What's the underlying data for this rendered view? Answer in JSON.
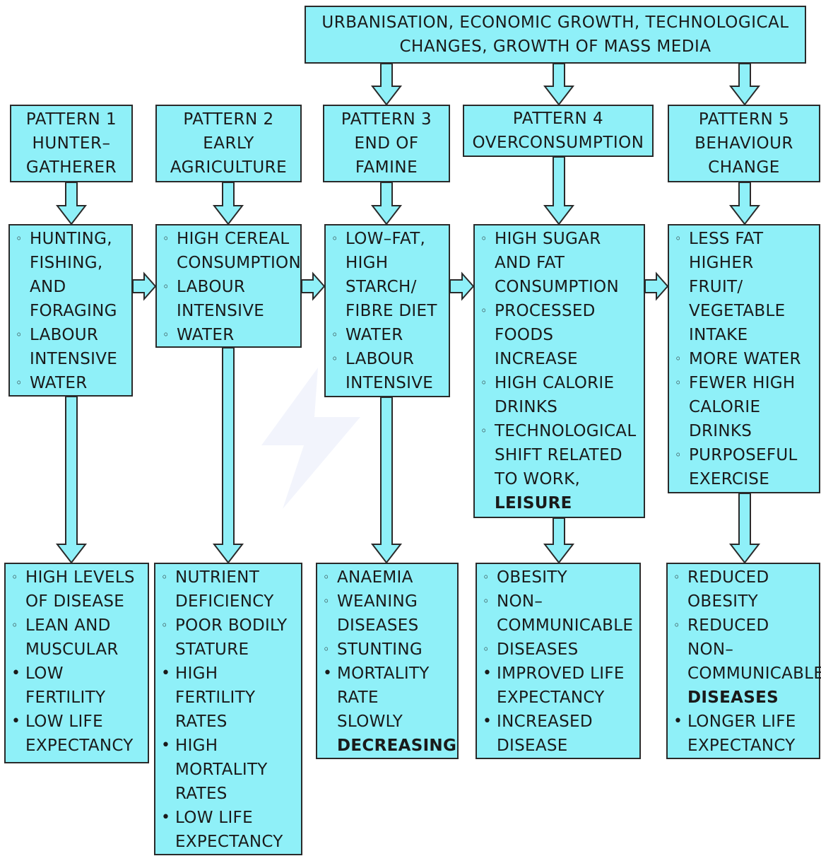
{
  "top_box": {
    "lines": [
      "URBANISATION, ECONOMIC GROWTH, TECHNOLOGICAL",
      "CHANGES, GROWTH OF MASS MEDIA"
    ]
  },
  "patterns": [
    {
      "title": [
        "PATTERN 1",
        "HUNTER–",
        "GATHERER"
      ],
      "characteristics": [
        {
          "bullet": "hollow",
          "lines": [
            "HUNTING,",
            "FISHING,",
            "AND",
            "FORAGING"
          ]
        },
        {
          "bullet": "hollow",
          "lines": [
            "LABOUR",
            "INTENSIVE"
          ]
        },
        {
          "bullet": "hollow",
          "lines": [
            "WATER"
          ]
        }
      ],
      "outcomes": [
        {
          "bullet": "hollow",
          "lines": [
            "HIGH LEVELS",
            "OF DISEASE"
          ]
        },
        {
          "bullet": "hollow",
          "lines": [
            "LEAN AND",
            "MUSCULAR"
          ]
        },
        {
          "bullet": "filled",
          "lines": [
            "LOW",
            "FERTILITY"
          ]
        },
        {
          "bullet": "filled",
          "lines": [
            "LOW LIFE",
            "EXPECTANCY"
          ]
        }
      ]
    },
    {
      "title": [
        "PATTERN 2",
        "EARLY",
        "AGRICULTURE"
      ],
      "characteristics": [
        {
          "bullet": "hollow",
          "lines": [
            "HIGH CEREAL",
            "CONSUMPTION"
          ]
        },
        {
          "bullet": "hollow",
          "lines": [
            "LABOUR",
            "INTENSIVE"
          ]
        },
        {
          "bullet": "hollow",
          "lines": [
            "WATER"
          ]
        }
      ],
      "outcomes": [
        {
          "bullet": "hollow",
          "lines": [
            "NUTRIENT",
            "DEFICIENCY"
          ]
        },
        {
          "bullet": "hollow",
          "lines": [
            "POOR BODILY",
            "STATURE"
          ]
        },
        {
          "bullet": "filled",
          "lines": [
            "HIGH",
            "FERTILITY",
            "RATES"
          ]
        },
        {
          "bullet": "filled",
          "lines": [
            "HIGH",
            "MORTALITY",
            "RATES"
          ]
        },
        {
          "bullet": "filled",
          "lines": [
            "LOW LIFE",
            "EXPECTANCY"
          ]
        }
      ]
    },
    {
      "title": [
        "PATTERN 3",
        "END OF",
        "FAMINE"
      ],
      "characteristics": [
        {
          "bullet": "hollow",
          "lines": [
            "LOW–FAT,",
            "HIGH",
            "STARCH/",
            "FIBRE DIET"
          ]
        },
        {
          "bullet": "hollow",
          "lines": [
            "WATER"
          ]
        },
        {
          "bullet": "hollow",
          "lines": [
            "LABOUR",
            "INTENSIVE"
          ]
        }
      ],
      "outcomes": [
        {
          "bullet": "hollow",
          "lines": [
            "ANAEMIA"
          ]
        },
        {
          "bullet": "hollow",
          "lines": [
            "WEANING",
            "DISEASES"
          ]
        },
        {
          "bullet": "hollow",
          "lines": [
            "STUNTING"
          ]
        },
        {
          "bullet": "filled",
          "lines": [
            "MORTALITY",
            "RATE",
            "SLOWLY"
          ],
          "bold_last": "DECREASING"
        }
      ]
    },
    {
      "title": [
        "PATTERN 4",
        "OVERCONSUMPTION"
      ],
      "characteristics": [
        {
          "bullet": "hollow",
          "lines": [
            "HIGH SUGAR",
            "AND FAT",
            "CONSUMPTION"
          ]
        },
        {
          "bullet": "hollow",
          "lines": [
            "PROCESSED",
            "FOODS",
            "INCREASE"
          ]
        },
        {
          "bullet": "hollow",
          "lines": [
            "HIGH CALORIE",
            "DRINKS"
          ]
        },
        {
          "bullet": "hollow",
          "lines": [
            "TECHNOLOGICAL",
            "SHIFT RELATED",
            "TO WORK,"
          ],
          "bold_last": "LEISURE"
        }
      ],
      "outcomes": [
        {
          "bullet": "hollow",
          "lines": [
            "OBESITY"
          ]
        },
        {
          "bullet": "hollow",
          "lines": [
            "NON–",
            "COMMUNICABLE"
          ]
        },
        {
          "bullet": "hollow",
          "lines": [
            "DISEASES"
          ]
        },
        {
          "bullet": "filled",
          "lines": [
            "IMPROVED LIFE",
            "EXPECTANCY"
          ]
        },
        {
          "bullet": "filled",
          "lines": [
            "INCREASED",
            "DISEASE"
          ]
        }
      ]
    },
    {
      "title": [
        "PATTERN 5",
        "BEHAVIOUR",
        "CHANGE"
      ],
      "characteristics": [
        {
          "bullet": "hollow",
          "lines": [
            "LESS FAT",
            "HIGHER",
            "FRUIT/",
            "VEGETABLE",
            "INTAKE"
          ]
        },
        {
          "bullet": "hollow",
          "lines": [
            "MORE WATER"
          ]
        },
        {
          "bullet": "hollow",
          "lines": [
            "FEWER HIGH",
            "CALORIE",
            "DRINKS"
          ]
        },
        {
          "bullet": "hollow",
          "lines": [
            "PURPOSEFUL",
            "EXERCISE"
          ]
        }
      ],
      "outcomes": [
        {
          "bullet": "hollow",
          "lines": [
            "REDUCED",
            "OBESITY"
          ]
        },
        {
          "bullet": "hollow",
          "lines": [
            "REDUCED",
            "NON–",
            "COMMUNICABLE"
          ],
          "bold_last": "DISEASES"
        },
        {
          "bullet": "filled",
          "lines": [
            "LONGER LIFE",
            "EXPECTANCY"
          ]
        }
      ]
    }
  ],
  "colors": {
    "box_fill": "#8ff0f8",
    "border": "#2a2a2a"
  }
}
